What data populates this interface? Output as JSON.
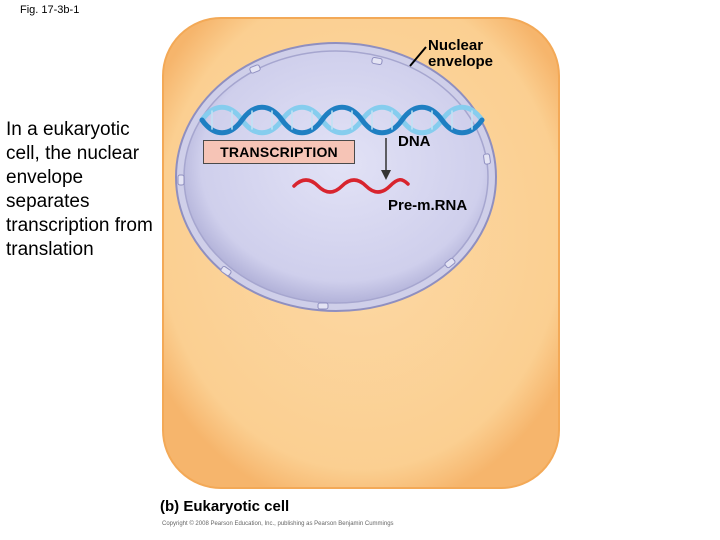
{
  "figure": {
    "label": "Fig. 17-3b-1"
  },
  "caption": {
    "lines": [
      "In a eukaryotic",
      "cell, the nuclear",
      "envelope",
      "separates",
      "transcription from",
      "translation"
    ]
  },
  "labels": {
    "nuclear_envelope": [
      "Nuclear",
      "envelope"
    ],
    "dna": "DNA",
    "pre_mrna": "Pre-m.RNA",
    "transcription": "TRANSCRIPTION"
  },
  "subtitle": "(b) Eukaryotic cell",
  "copyright": "Copyright © 2008 Pearson Education, Inc., publishing as Pearson Benjamin Cummings",
  "colors": {
    "cytoplasm": "#fbcf91",
    "cytoplasm_edge": "#f7b66a",
    "nucleus": "#d3d3ee",
    "nucleus_edge": "#9a9ac6",
    "dna_light": "#7ec8ec",
    "dna_dark": "#1d7fc4",
    "mrna": "#d8242e",
    "transcription_box": "#f6c4b6"
  }
}
